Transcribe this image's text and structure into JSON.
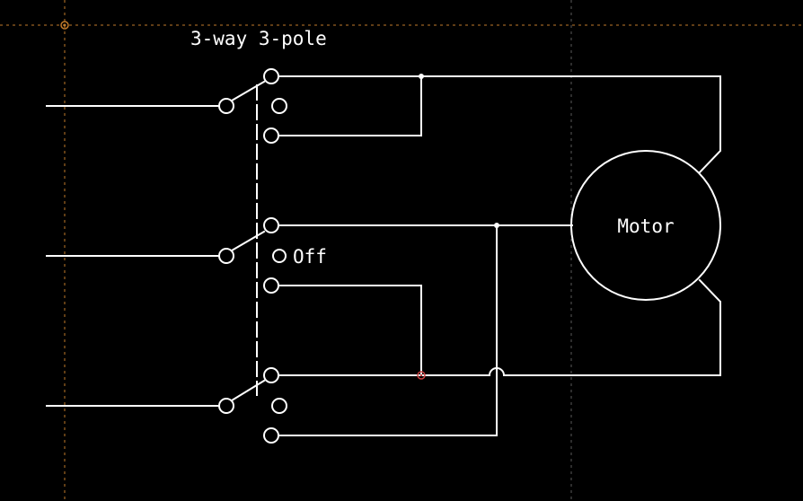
{
  "schematic": {
    "switch_label": "3-way 3-pole",
    "off_label": "Off",
    "motor_label": "Motor"
  },
  "colors": {
    "background": "#000000",
    "wire": "#ffffff",
    "grid_guide": "#5a5a5a",
    "origin_guide": "#c07a2a",
    "marker": "#c84040"
  },
  "icons": {
    "origin_marker": "crosshair-target-icon",
    "cursor_marker": "circle-marker-icon"
  }
}
